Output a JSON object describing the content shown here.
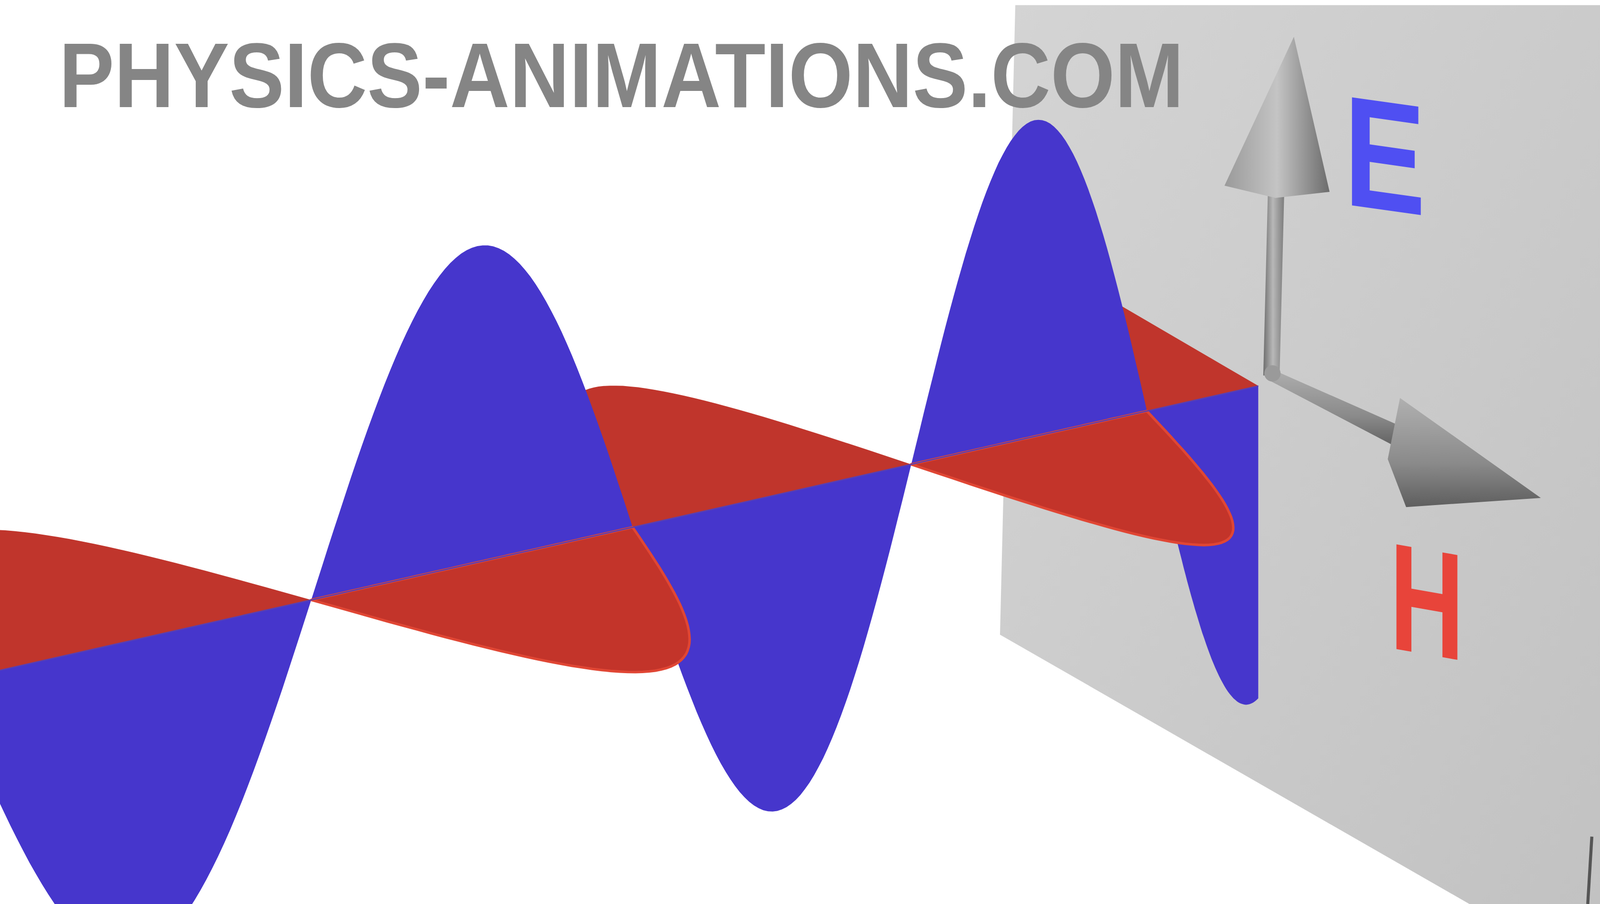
{
  "diagram": {
    "labels": [
      "PHYSICS-ANIMATIONS.COM",
      "E",
      "H"
    ]
  }
}
